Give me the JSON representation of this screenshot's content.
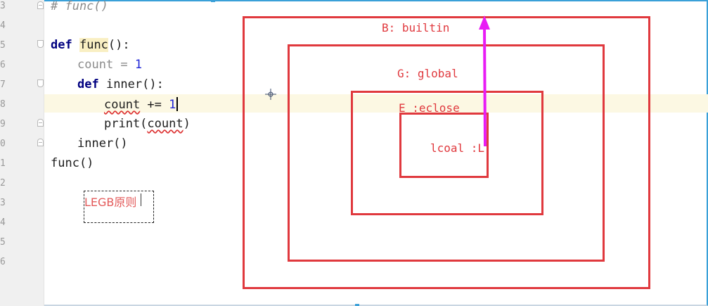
{
  "editor": {
    "line_numbers": [
      "3",
      "4",
      "5",
      "6",
      "7",
      "8",
      "9",
      "0",
      "1",
      "2",
      "3",
      "4",
      "5",
      "6"
    ],
    "lines": {
      "comment": "# func()",
      "def_kw": "def",
      "func_name": "func",
      "func_parens": "():",
      "count_assign": "count = ",
      "count_value": "1",
      "inner_def_kw": "def",
      "inner_name": " inner",
      "inner_parens": "():",
      "count_var": "count",
      "count_op": " += ",
      "count_incr": "1",
      "print_call": "print(",
      "print_arg": "count",
      "print_close": ")",
      "inner_call": "inner()",
      "func_call": "func()"
    }
  },
  "annotation": {
    "legb_label": "LEGB原则"
  },
  "scopes": {
    "builtin": "B: builtin",
    "global": "G: global",
    "enclose": "E :eclose",
    "local": "lcoal :L"
  },
  "colors": {
    "scope_border": "#e0393e",
    "arrow": "#e81cf5",
    "current_line": "#fcf8e3"
  }
}
